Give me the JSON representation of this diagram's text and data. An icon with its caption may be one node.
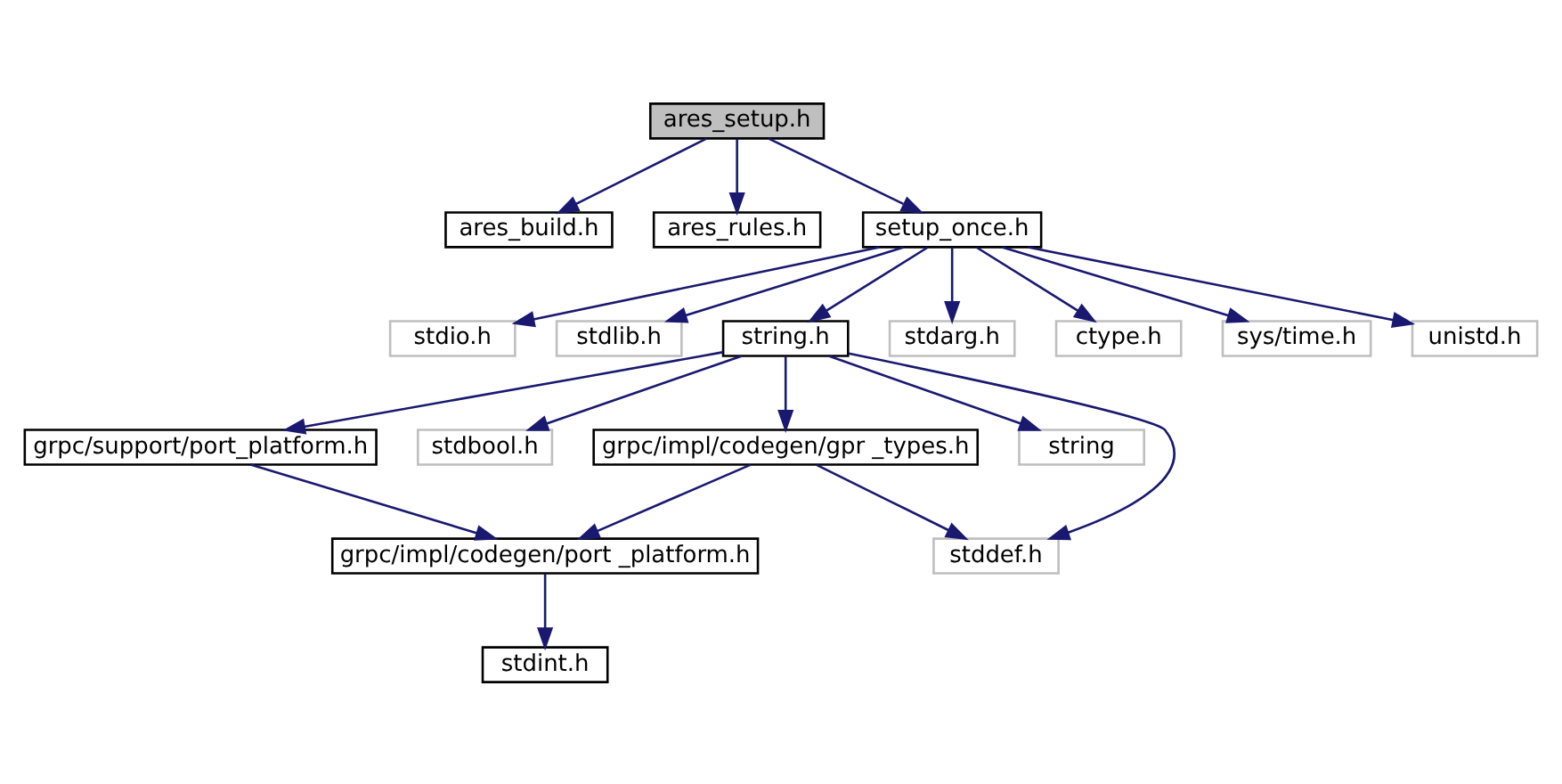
{
  "diagram": {
    "nodes": [
      {
        "text": [
          "ares_setup.h"
        ]
      },
      {
        "text": [
          "ares_build.h"
        ]
      },
      {
        "text": [
          "ares_rules.h"
        ]
      },
      {
        "text": [
          "setup_once.h"
        ]
      },
      {
        "text": [
          "stdio.h"
        ]
      },
      {
        "text": [
          "stdlib.h"
        ]
      },
      {
        "text": [
          "string.h"
        ]
      },
      {
        "text": [
          "stdarg.h"
        ]
      },
      {
        "text": [
          "ctype.h"
        ]
      },
      {
        "text": [
          "sys/time.h"
        ]
      },
      {
        "text": [
          "unistd.h"
        ]
      },
      {
        "text": [
          "grpc/support/port_platform.h"
        ]
      },
      {
        "text": [
          "stdbool.h"
        ]
      },
      {
        "text": [
          "grpc/impl/codegen/gpr _types.h"
        ]
      },
      {
        "text": [
          "string"
        ]
      },
      {
        "text": [
          "grpc/impl/codegen/port _platform.h"
        ]
      },
      {
        "text": [
          "stddef.h"
        ]
      },
      {
        "text": [
          "stdint.h"
        ]
      }
    ],
    "edges": [
      {
        "from": 0,
        "to": 1,
        "arrow": "to"
      },
      {
        "from": 0,
        "to": 2,
        "arrow": "to"
      },
      {
        "from": 0,
        "to": 3,
        "arrow": "to"
      },
      {
        "from": 3,
        "to": 4,
        "arrow": "to"
      },
      {
        "from": 3,
        "to": 5,
        "arrow": "to"
      },
      {
        "from": 3,
        "to": 6,
        "arrow": "to"
      },
      {
        "from": 3,
        "to": 7,
        "arrow": "to"
      },
      {
        "from": 3,
        "to": 8,
        "arrow": "to"
      },
      {
        "from": 3,
        "to": 9,
        "arrow": "to"
      },
      {
        "from": 3,
        "to": 10,
        "arrow": "to"
      },
      {
        "from": 6,
        "to": 11,
        "arrow": "to"
      },
      {
        "from": 6,
        "to": 12,
        "arrow": "to"
      },
      {
        "from": 6,
        "to": 13,
        "arrow": "to"
      },
      {
        "from": 6,
        "to": 14,
        "arrow": "to"
      },
      {
        "from": 6,
        "to": 16,
        "arrow": "to"
      },
      {
        "from": 11,
        "to": 15,
        "arrow": "to"
      },
      {
        "from": 13,
        "to": 15,
        "arrow": "to"
      },
      {
        "from": 13,
        "to": 16,
        "arrow": "to"
      },
      {
        "from": 15,
        "to": 17,
        "arrow": "to"
      }
    ]
  }
}
